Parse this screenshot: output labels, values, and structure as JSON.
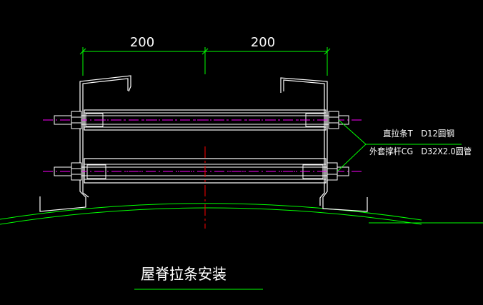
{
  "drawing": {
    "dim_left": "200",
    "dim_right": "200",
    "label_tie_rod": "直拉条T　D12圆钢",
    "label_sleeve": "外套撑杆CG　D32X2.0圆管",
    "title": "屋脊拉条安装"
  },
  "colors": {
    "background": "#000000",
    "purlin": "#ffffff",
    "dimension": "#00ff00",
    "centerline": "#ff0000",
    "leader": "#00ff00",
    "hatch": "#ff00ff",
    "roof": "#00ff00",
    "text": "#ffffff",
    "title_underline": "#00ff00"
  },
  "icons": {
    "nut": "hex-nut-side-view"
  }
}
